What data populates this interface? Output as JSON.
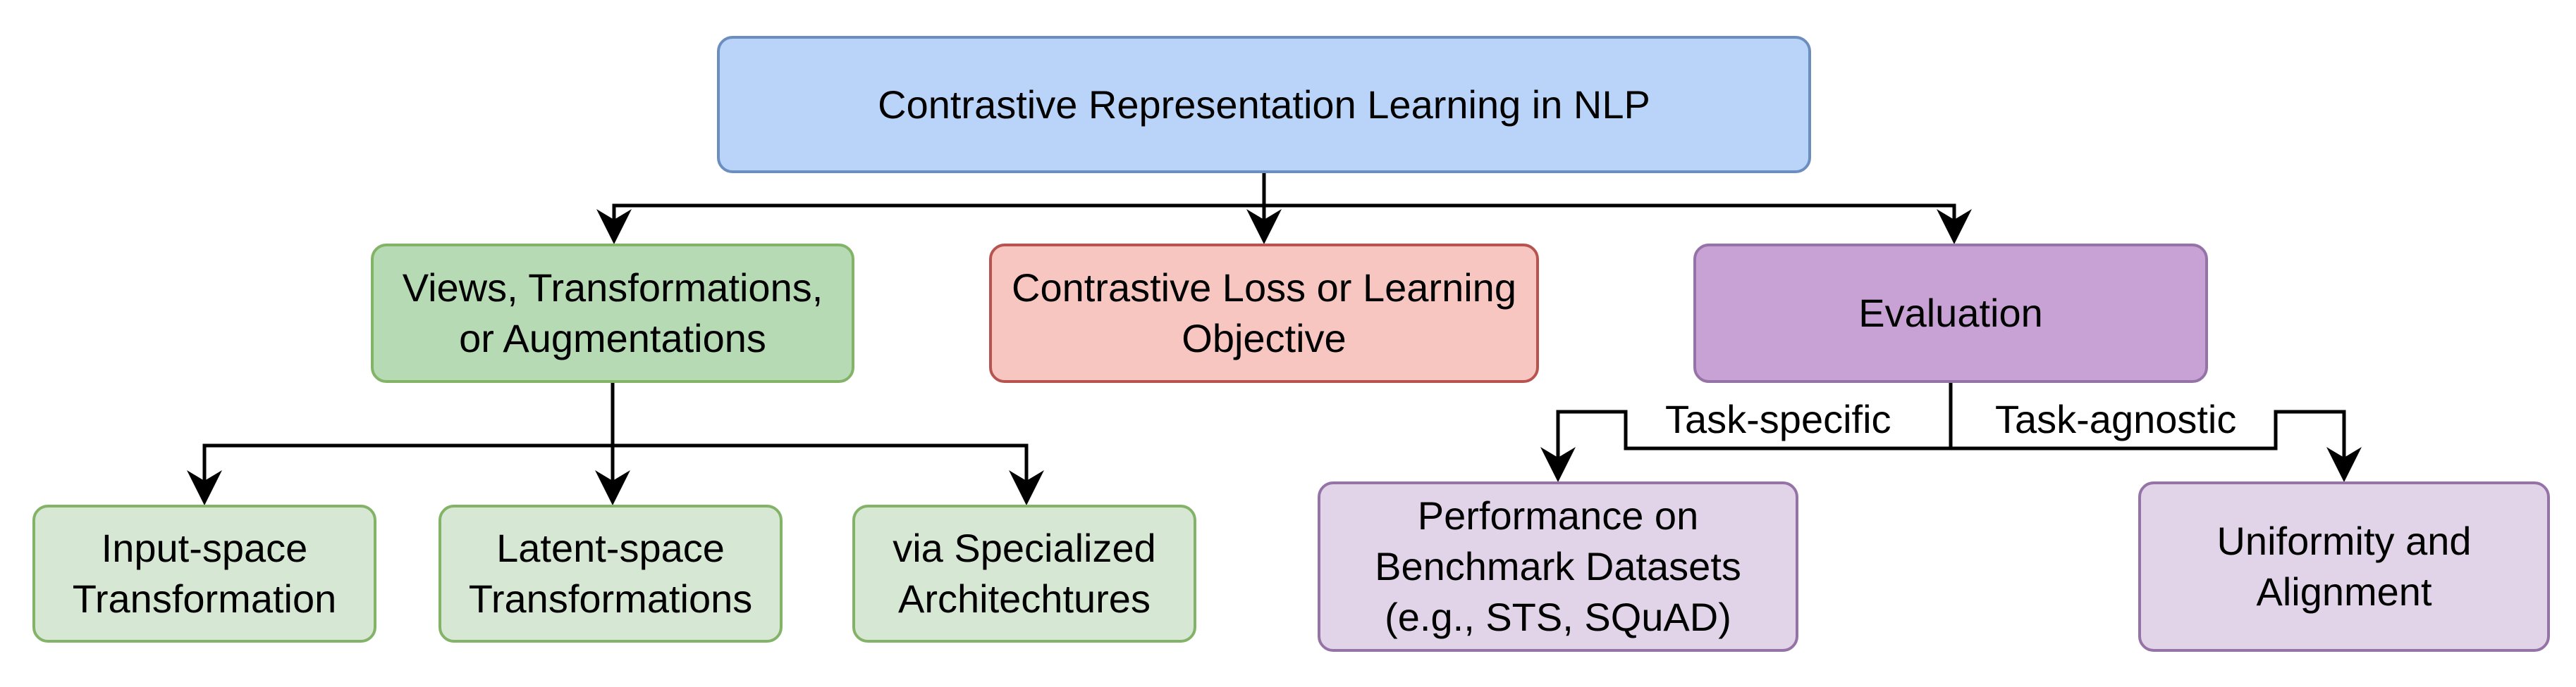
{
  "colors": {
    "blue_fill": "#b9d4f8",
    "blue_stroke": "#6c8ebf",
    "green_fill": "#b6dbb4",
    "green_stroke": "#82b366",
    "light_green_fill": "#d6e8d4",
    "red_fill": "#f8c6c1",
    "red_stroke": "#b85450",
    "purple_fill": "#c8a2d4",
    "purple_stroke": "#9673a6",
    "light_purple_fill": "#e2d4e8",
    "edge": "#000000"
  },
  "nodes": {
    "root": "Contrastive Representation Learning in NLP",
    "views": "Views, Transformations,\nor Augmentations",
    "loss": "Contrastive Loss or Learning\nObjective",
    "evaluation": "Evaluation",
    "input_space": "Input-space\nTransformation",
    "latent_space": "Latent-space\nTransformations",
    "specialized": "via Specialized\nArchitechtures",
    "performance": "Performance on\nBenchmark Datasets\n(e.g., STS, SQuAD)",
    "uniformity": "Uniformity and\nAlignment"
  },
  "edge_labels": {
    "task_specific": "Task-specific",
    "task_agnostic": "Task-agnostic"
  }
}
